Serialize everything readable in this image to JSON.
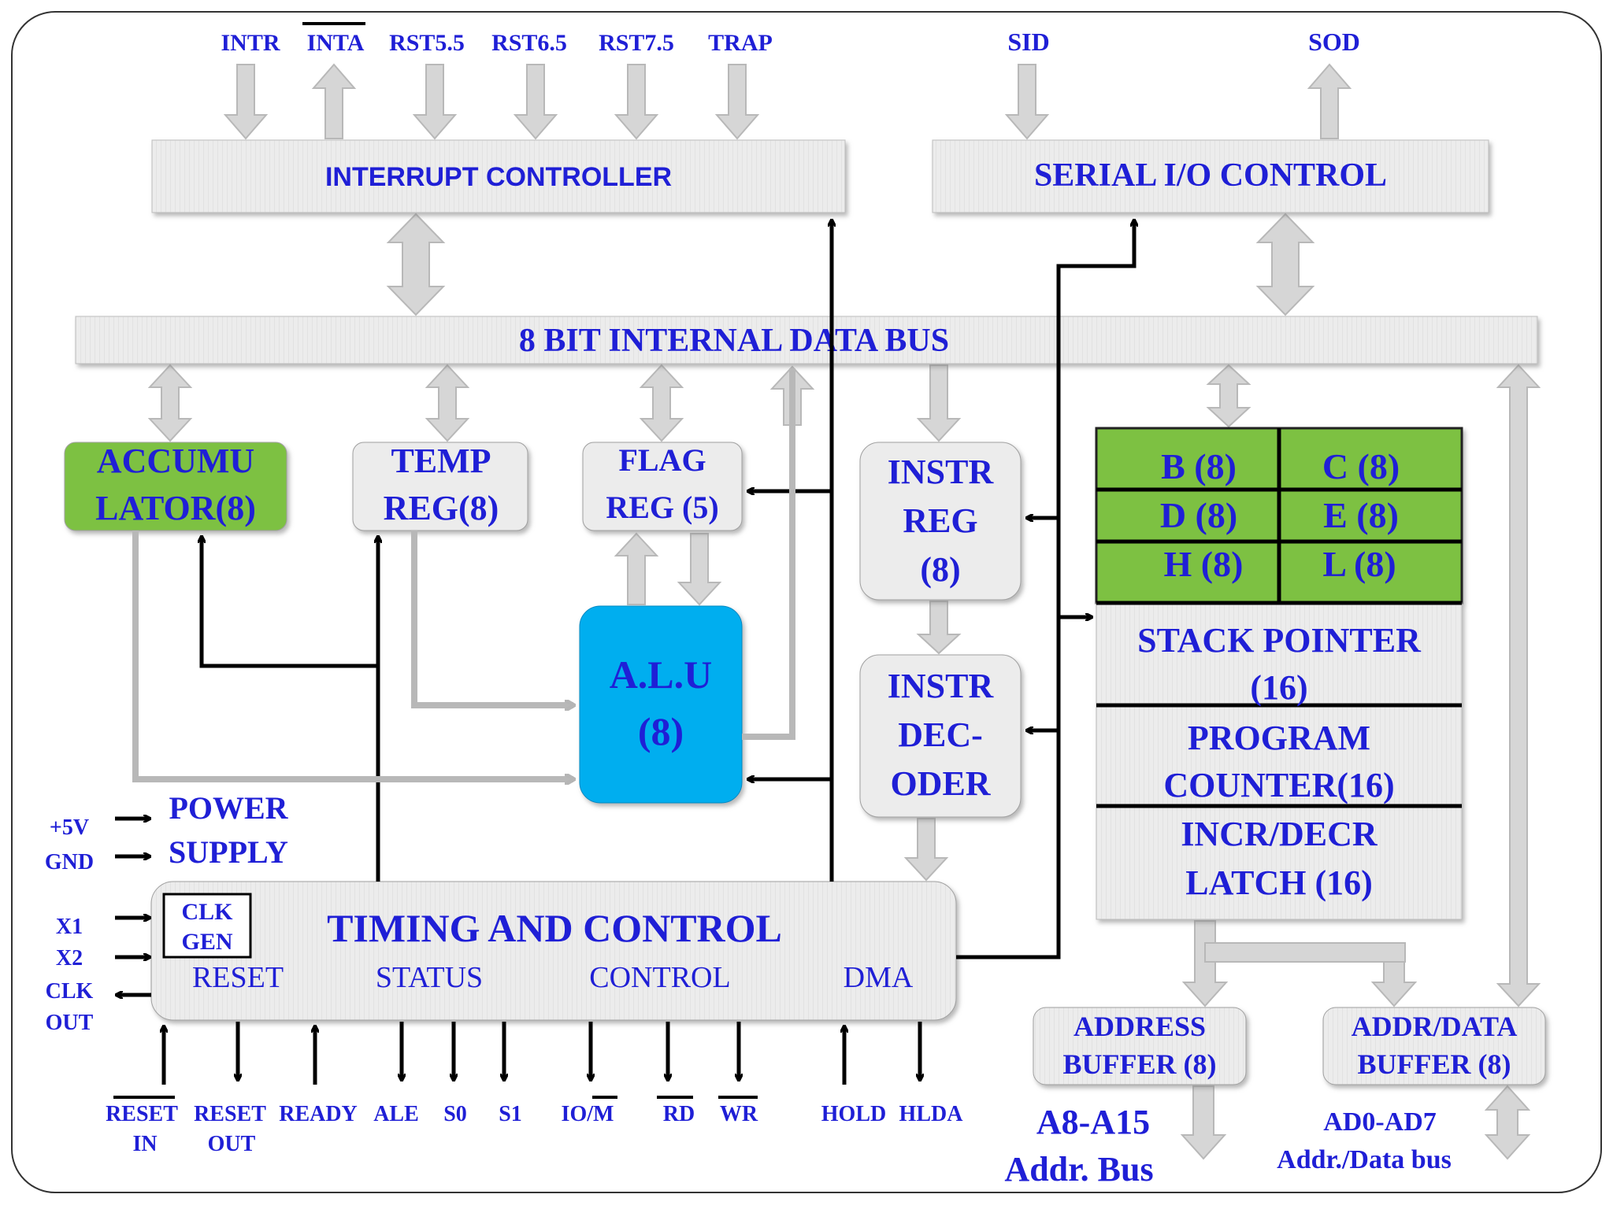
{
  "colors": {
    "text": "#1f1fd6",
    "block_fill": "#ededed",
    "bus_arrow": "#d4d4d4",
    "accumulator": "#7dc142",
    "alu": "#00aeef",
    "registers": "#7dc142",
    "wire": "#000000"
  },
  "interrupts": {
    "block_label": "INTERRUPT CONTROLLER",
    "signals": [
      "INTR",
      "INTA",
      "RST5.5",
      "RST6.5",
      "RST7.5",
      "TRAP"
    ]
  },
  "serial": {
    "block_label": "SERIAL  I/O CONTROL",
    "sid": "SID",
    "sod": "SOD"
  },
  "bus": {
    "label": "8 BIT INTERNAL DATA BUS"
  },
  "accumulator": {
    "line1": "ACCUMU",
    "line2": "LATOR(8)"
  },
  "temp_reg": {
    "line1": "TEMP",
    "line2": "REG(8)"
  },
  "flag_reg": {
    "line1": "FLAG",
    "line2": "REG (5)"
  },
  "alu": {
    "line1": "A.L.U",
    "line2": "(8)"
  },
  "instr_reg": {
    "line1": "INSTR",
    "line2": "REG",
    "line3": "(8)"
  },
  "instr_decoder": {
    "line1": "INSTR",
    "line2": "DEC-",
    "line3": "ODER"
  },
  "registers": {
    "b": "B (8)",
    "c": "C (8)",
    "d": "D (8)",
    "e": "E (8)",
    "h": "H (8)",
    "l": "L (8)"
  },
  "stack_pointer": {
    "line1": "STACK POINTER",
    "line2": "(16)"
  },
  "program_counter": {
    "line1": "PROGRAM",
    "line2": "COUNTER(16)"
  },
  "incr_decr": {
    "line1": "INCR/DECR",
    "line2": "LATCH (16)"
  },
  "power": {
    "v5": "+5V",
    "gnd": "GND",
    "line1": "POWER",
    "line2": "SUPPLY"
  },
  "clock": {
    "x1": "X1",
    "x2": "X2",
    "clk": "CLK",
    "out": "OUT",
    "gen_line1": "CLK",
    "gen_line2": "GEN"
  },
  "timing": {
    "title": "TIMING AND CONTROL",
    "reset": "RESET",
    "status": "STATUS",
    "control": "CONTROL",
    "dma": "DMA"
  },
  "bottom_signals": {
    "reset_in_1": "RESET",
    "reset_in_2": "IN",
    "reset_out_1": "RESET",
    "reset_out_2": "OUT",
    "ready": "READY",
    "ale": "ALE",
    "s0": "S0",
    "s1": "S1",
    "iom": "IO/M",
    "rd": "RD",
    "wr": "WR",
    "hold": "HOLD",
    "hlda": "HLDA"
  },
  "address_buffer": {
    "line1": "ADDRESS",
    "line2": "BUFFER (8)"
  },
  "addr_data_buffer": {
    "line1": "ADDR/DATA",
    "line2": "BUFFER (8)"
  },
  "addr_bus": {
    "line1": "A8-A15",
    "line2": "Addr.  Bus"
  },
  "data_bus": {
    "line1": "AD0-AD7",
    "line2": "Addr./Data bus"
  }
}
